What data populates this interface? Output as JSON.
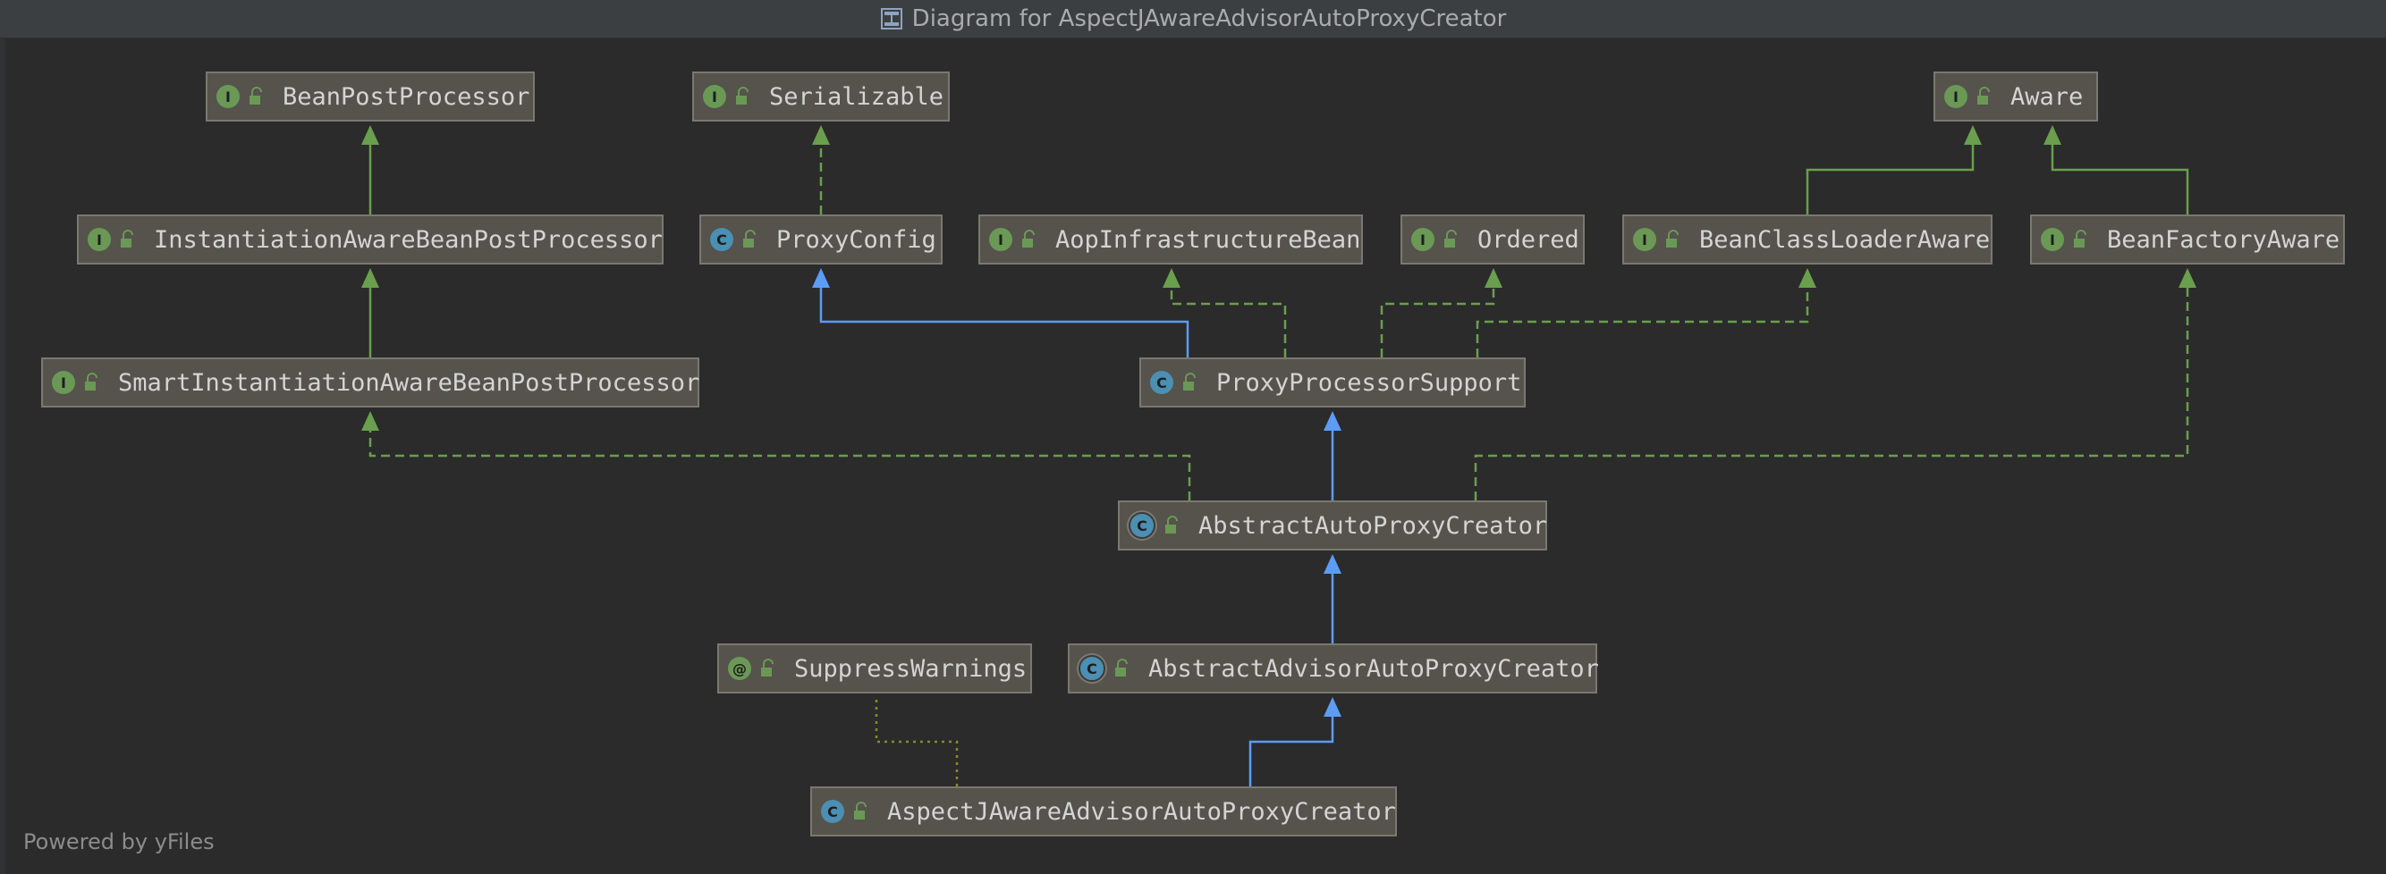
{
  "window": {
    "title": "Diagram for AspectJAwareAdvisorAutoProxyCreator"
  },
  "footer": {
    "text": "Powered by yFiles"
  },
  "colors": {
    "background": "#2b2b2b",
    "node_fill": "#55534c",
    "interface_badge": "#6a9955",
    "class_badge": "#4b8fb3",
    "extends_edge": "#5c9cf5",
    "implements_edge": "#6a9f4d",
    "annotation_edge": "#8a8a2a"
  },
  "nodes": {
    "bean_post_processor": {
      "label": "BeanPostProcessor",
      "kind": "I"
    },
    "serializable": {
      "label": "Serializable",
      "kind": "I"
    },
    "aware": {
      "label": "Aware",
      "kind": "I"
    },
    "instantiation_aware": {
      "label": "InstantiationAwareBeanPostProcessor",
      "kind": "I"
    },
    "proxy_config": {
      "label": "ProxyConfig",
      "kind": "C"
    },
    "aop_infrastructure_bean": {
      "label": "AopInfrastructureBean",
      "kind": "I"
    },
    "ordered": {
      "label": "Ordered",
      "kind": "I"
    },
    "bean_class_loader_aware": {
      "label": "BeanClassLoaderAware",
      "kind": "I"
    },
    "bean_factory_aware": {
      "label": "BeanFactoryAware",
      "kind": "I"
    },
    "smart_instantiation_aware": {
      "label": "SmartInstantiationAwareBeanPostProcessor",
      "kind": "I"
    },
    "proxy_processor_support": {
      "label": "ProxyProcessorSupport",
      "kind": "C"
    },
    "abstract_auto_proxy_creator": {
      "label": "AbstractAutoProxyCreator",
      "kind": "C"
    },
    "suppress_warnings": {
      "label": "SuppressWarnings",
      "kind": "@"
    },
    "abstract_advisor_auto_proxy_creator": {
      "label": "AbstractAdvisorAutoProxyCreator",
      "kind": "C"
    },
    "aspectj_aware_advisor_auto_proxy_creator": {
      "label": "AspectJAwareAdvisorAutoProxyCreator",
      "kind": "C"
    }
  }
}
